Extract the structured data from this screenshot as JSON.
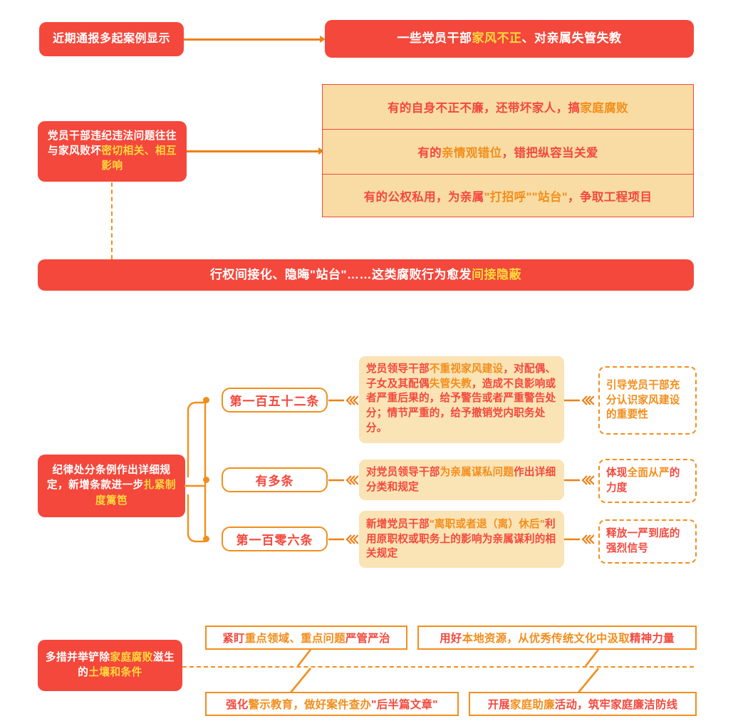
{
  "title": "家风建设与家庭腐败治理 信息图",
  "palette": {
    "red": "#f4483c",
    "orange": "#f28e1c",
    "orange_line": "#ef8017",
    "yellow": "#ffd93b",
    "tan": "#f9dca4",
    "tan_card": "#fae3b4",
    "white": "#ffffff"
  },
  "section1": {
    "source_box": {
      "text": "近期通报多起案例显示"
    },
    "result_box": {
      "parts": [
        {
          "t": "一些党员干部",
          "c": "white"
        },
        {
          "t": "家风不正",
          "c": "yellow"
        },
        {
          "t": "、对亲属失管失教",
          "c": "white"
        }
      ],
      "plain": "一些党员干部家风不正、对亲属失管失教"
    }
  },
  "section2": {
    "source_box": {
      "parts": [
        {
          "t": "党员干部违纪违法问题往往与家风败坏",
          "c": "white"
        },
        {
          "t": "密切相关、相互影响",
          "c": "yellow"
        }
      ],
      "plain": "党员干部违纪违法问题往往与家风败坏密切相关、相互影响"
    },
    "rows": [
      {
        "parts": [
          {
            "t": "有的自身不正不廉，还带坏家人，搞",
            "c": "red"
          },
          {
            "t": "家庭腐败",
            "c": "orange"
          }
        ],
        "plain": "有的自身不正不廉，还带坏家人，搞家庭腐败"
      },
      {
        "parts": [
          {
            "t": "有的",
            "c": "red"
          },
          {
            "t": "亲情观错位",
            "c": "orange"
          },
          {
            "t": "，错把纵容当关爱",
            "c": "red"
          }
        ],
        "plain": "有的亲情观错位，错把纵容当关爱"
      },
      {
        "parts": [
          {
            "t": "有的公权私用，为亲属",
            "c": "red"
          },
          {
            "t": "\"打招呼\"\"站台\"",
            "c": "orange"
          },
          {
            "t": "，争取工程项目",
            "c": "red"
          }
        ],
        "plain": "有的公权私用，为亲属\"打招呼\"\"站台\"，争取工程项目"
      }
    ],
    "banner": {
      "parts": [
        {
          "t": "行权间接化、隐晦\"站台\"……这类腐败行为愈发",
          "c": "white"
        },
        {
          "t": "间接隐蔽",
          "c": "yellow"
        }
      ],
      "plain": "行权间接化、隐晦\"站台\"……这类腐败行为愈发间接隐蔽"
    }
  },
  "section3": {
    "source_box": {
      "parts": [
        {
          "t": "纪律处分条例作出详细规定，新增条款进一步",
          "c": "white"
        },
        {
          "t": "扎紧制度篱笆",
          "c": "yellow"
        }
      ],
      "plain": "纪律处分条例作出详细规定，新增条款进一步扎紧制度篱笆"
    },
    "branches": [
      {
        "label": "第一百五十二条",
        "detail": {
          "parts": [
            {
              "t": "党员领导干部",
              "c": "red"
            },
            {
              "t": "不重视家风建设",
              "c": "orange"
            },
            {
              "t": "，对配偶、子女及其配偶",
              "c": "red"
            },
            {
              "t": "失管失教",
              "c": "orange"
            },
            {
              "t": "，造成不良影响或者严重后果的，给予警告或者严重警告处分；情节严重的，给予撤销党内职务处分。",
              "c": "red"
            }
          ],
          "plain": "党员领导干部不重视家风建设，对配偶、子女及其配偶失管失教，造成不良影响或者严重后果的，给予警告或者严重警告处分；情节严重的，给予撤销党内职务处分。"
        },
        "outcome": {
          "parts": [
            {
              "t": "引导党员干部充分认识家风建设的重要性",
              "c": "orange"
            }
          ],
          "plain": "引导党员干部充分认识家风建设的重要性"
        }
      },
      {
        "label": "有多条",
        "detail": {
          "parts": [
            {
              "t": "对党员领导干部",
              "c": "red"
            },
            {
              "t": "为亲属谋私问题",
              "c": "orange"
            },
            {
              "t": "作出详细分类和规定",
              "c": "red"
            }
          ],
          "plain": "对党员领导干部为亲属谋私问题作出详细分类和规定"
        },
        "outcome": {
          "parts": [
            {
              "t": "体现",
              "c": "red"
            },
            {
              "t": "全面从严",
              "c": "orange"
            },
            {
              "t": "的力度",
              "c": "red"
            }
          ],
          "plain": "体现全面从严的力度"
        }
      },
      {
        "label": "第一百零六条",
        "detail": {
          "parts": [
            {
              "t": "新增党员干部",
              "c": "red"
            },
            {
              "t": "\"离职或者退（离）休后\"",
              "c": "orange"
            },
            {
              "t": "利用原职权或职务上的影响为亲属谋利的相关规定",
              "c": "red"
            }
          ],
          "plain": "新增党员干部\"离职或者退（离）休后\"利用原职权或职务上的影响为亲属谋利的相关规定"
        },
        "outcome": {
          "parts": [
            {
              "t": "释放一严到底的强烈信号",
              "c": "red"
            }
          ],
          "plain": "释放一严到底的强烈信号"
        }
      }
    ]
  },
  "section4": {
    "source_box": {
      "parts": [
        {
          "t": "多措并举铲除",
          "c": "white"
        },
        {
          "t": "家庭腐败",
          "c": "yellow"
        },
        {
          "t": "滋生的",
          "c": "white"
        },
        {
          "t": "土壤和条件",
          "c": "yellow"
        }
      ],
      "plain": "多措并举铲除家庭腐败滋生的土壤和条件"
    },
    "measures": [
      {
        "parts": [
          {
            "t": "紧盯",
            "c": "red"
          },
          {
            "t": "重点领域、重点问题",
            "c": "orange"
          },
          {
            "t": "严管严治",
            "c": "red"
          }
        ],
        "plain": "紧盯重点领域、重点问题严管严治"
      },
      {
        "parts": [
          {
            "t": "用好",
            "c": "red"
          },
          {
            "t": "本地资源，从优秀传统文化中汲取",
            "c": "orange"
          },
          {
            "t": "精神力量",
            "c": "red"
          }
        ],
        "plain": "用好本地资源，从优秀传统文化中汲取精神力量"
      },
      {
        "parts": [
          {
            "t": "强化",
            "c": "red"
          },
          {
            "t": "警示教育，做好案件查办",
            "c": "orange"
          },
          {
            "t": "\"后半篇文章\"",
            "c": "red"
          }
        ],
        "plain": "强化警示教育，做好案件查办\"后半篇文章\""
      },
      {
        "parts": [
          {
            "t": "开展",
            "c": "red"
          },
          {
            "t": "家庭助廉",
            "c": "orange"
          },
          {
            "t": "活动，筑牢家庭廉洁防线",
            "c": "red"
          }
        ],
        "plain": "开展家庭助廉活动，筑牢家庭廉洁防线"
      }
    ]
  }
}
